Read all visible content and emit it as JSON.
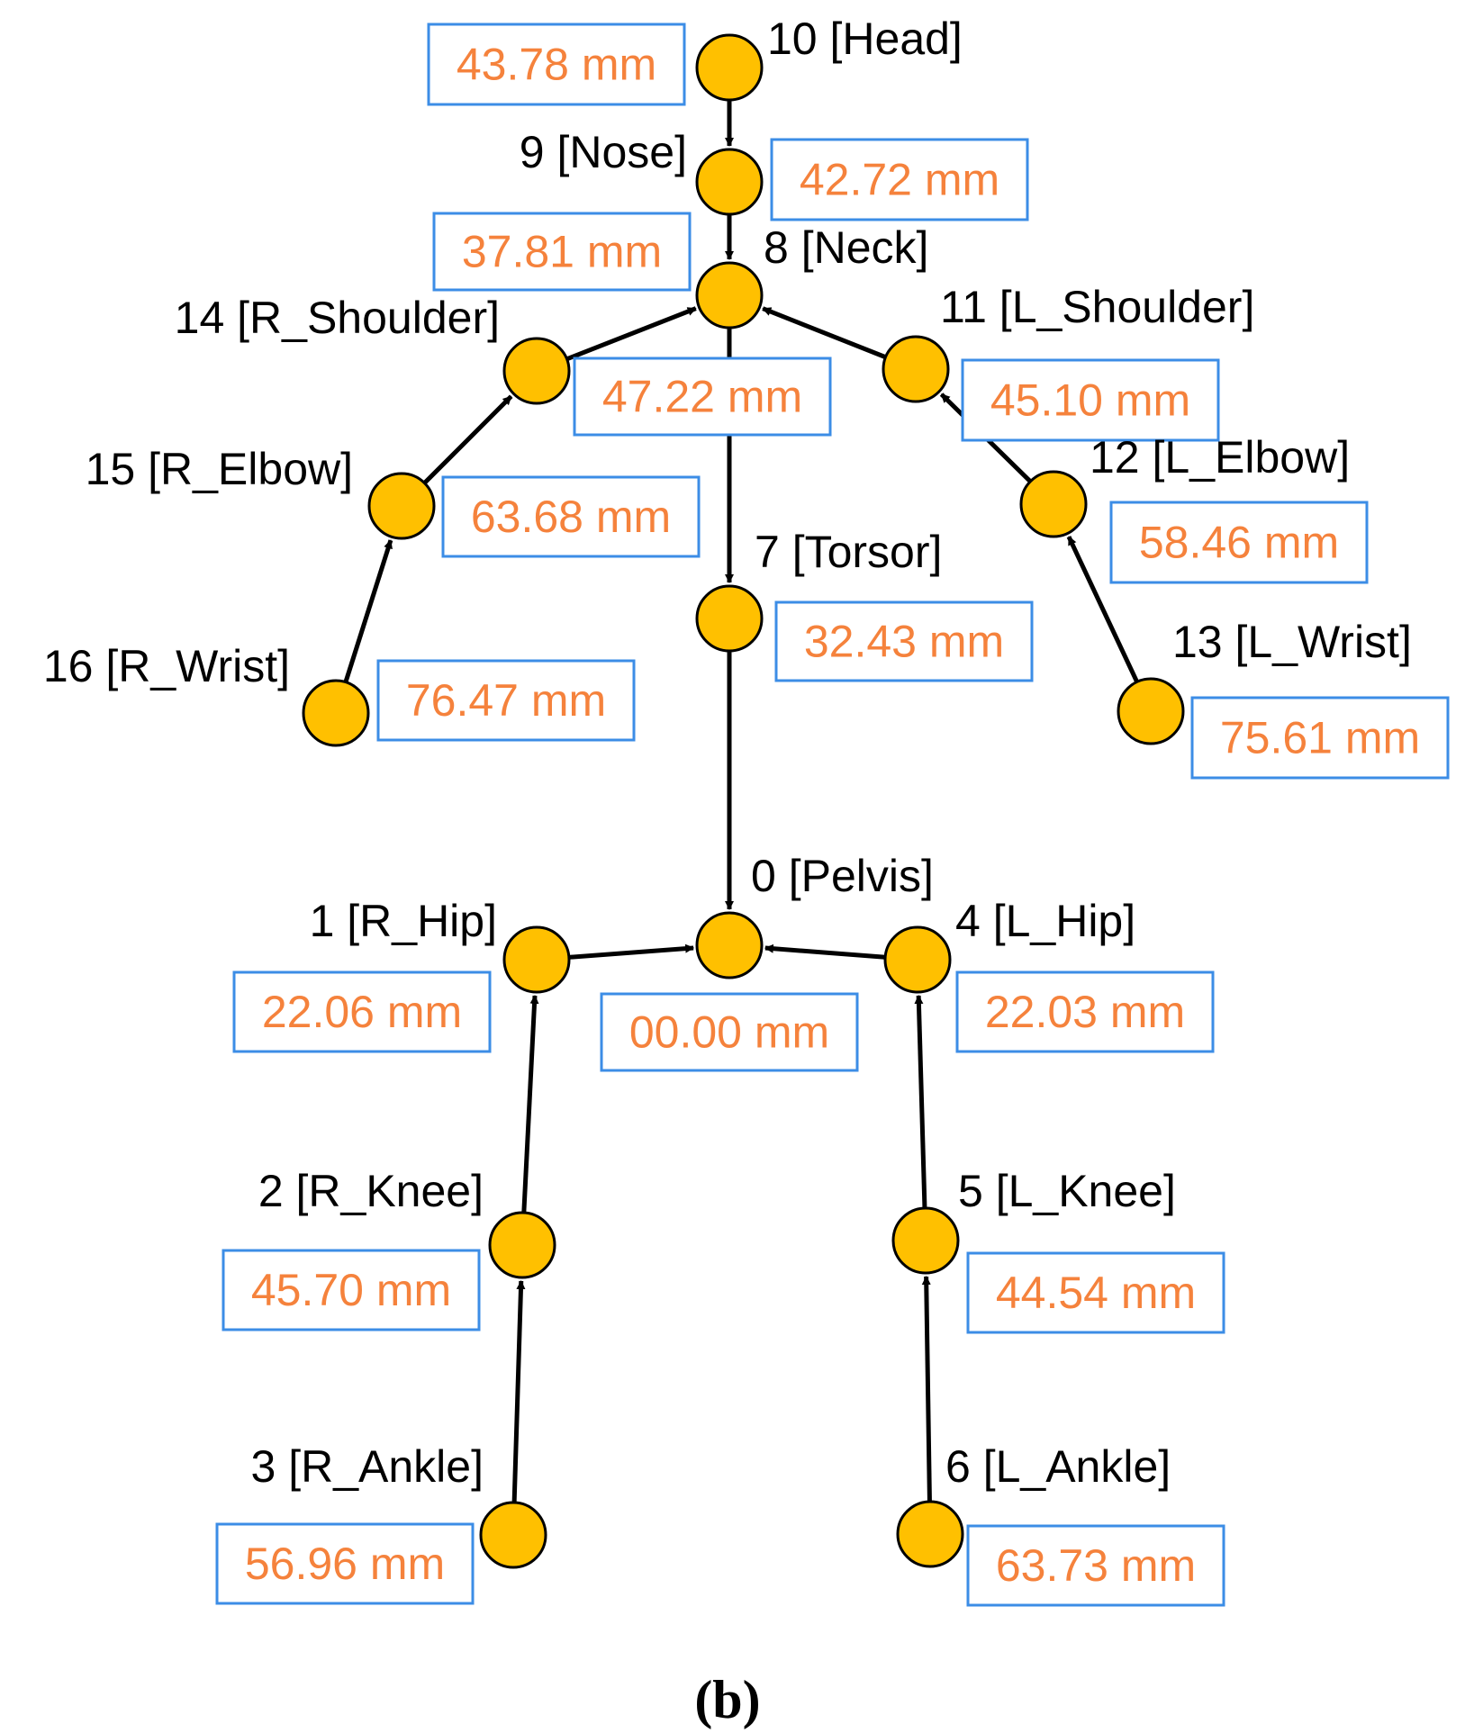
{
  "colors": {
    "node_fill": "#FFC000",
    "node_stroke": "#000000",
    "edge": "#000000",
    "box_border": "#3C8DE6",
    "value_text": "#F5823C"
  },
  "joints": [
    {
      "id": "0",
      "label": "0 [Pelvis]",
      "error": "00.00 mm"
    },
    {
      "id": "1",
      "label": "1 [R_Hip]",
      "error": "22.06 mm"
    },
    {
      "id": "2",
      "label": "2 [R_Knee]",
      "error": "45.70 mm"
    },
    {
      "id": "3",
      "label": "3 [R_Ankle]",
      "error": "56.96 mm"
    },
    {
      "id": "4",
      "label": "4 [L_Hip]",
      "error": "22.03 mm"
    },
    {
      "id": "5",
      "label": "5 [L_Knee]",
      "error": "44.54 mm"
    },
    {
      "id": "6",
      "label": "6 [L_Ankle]",
      "error": "63.73 mm"
    },
    {
      "id": "7",
      "label": "7 [Torsor]",
      "error": "32.43 mm"
    },
    {
      "id": "8",
      "label": "8 [Neck]",
      "error": "37.81 mm"
    },
    {
      "id": "9",
      "label": "9 [Nose]",
      "error": "42.72 mm"
    },
    {
      "id": "10",
      "label": "10 [Head]",
      "error": "43.78 mm"
    },
    {
      "id": "11",
      "label": "11 [L_Shoulder]",
      "error": "45.10 mm"
    },
    {
      "id": "12",
      "label": "12 [L_Elbow]",
      "error": "58.46 mm"
    },
    {
      "id": "13",
      "label": "13 [L_Wrist]",
      "error": "75.61 mm"
    },
    {
      "id": "14",
      "label": "14 [R_Shoulder]",
      "error": "47.22 mm"
    },
    {
      "id": "15",
      "label": "15 [R_Elbow]",
      "error": "63.68 mm"
    },
    {
      "id": "16",
      "label": "16 [R_Wrist]",
      "error": "76.47 mm"
    }
  ],
  "edges": [
    {
      "from": "10",
      "to": "9"
    },
    {
      "from": "9",
      "to": "8"
    },
    {
      "from": "8",
      "to": "7"
    },
    {
      "from": "7",
      "to": "0"
    },
    {
      "from": "14",
      "to": "8"
    },
    {
      "from": "15",
      "to": "14"
    },
    {
      "from": "16",
      "to": "15"
    },
    {
      "from": "11",
      "to": "8"
    },
    {
      "from": "12",
      "to": "11"
    },
    {
      "from": "13",
      "to": "12"
    },
    {
      "from": "1",
      "to": "0"
    },
    {
      "from": "2",
      "to": "1"
    },
    {
      "from": "3",
      "to": "2"
    },
    {
      "from": "4",
      "to": "0"
    },
    {
      "from": "5",
      "to": "4"
    },
    {
      "from": "6",
      "to": "5"
    }
  ],
  "caption": "(b)"
}
